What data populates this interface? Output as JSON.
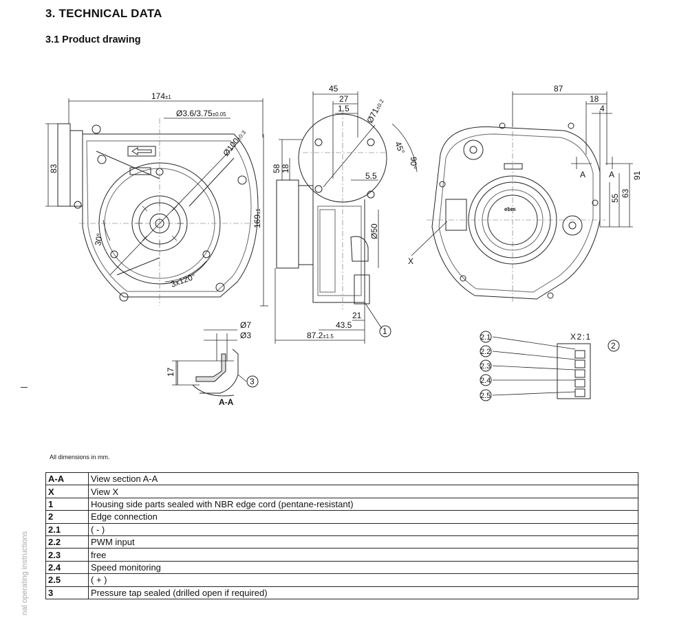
{
  "heading": "3. TECHNICAL DATA",
  "subheading": "3.1 Product drawing",
  "drawing": {
    "front_dims": {
      "width": "174",
      "width_tol": "±1",
      "hole": "Ø3.6/3.75",
      "hole_tol": "±0.05",
      "circle": "Ø100",
      "circle_tol": "±0.3",
      "height": "169",
      "height_tol": "±1",
      "left_height": "83",
      "angle": "30°",
      "pattern": "3x120°"
    },
    "side_dims": {
      "d45": "45",
      "d27": "27",
      "d15": "1.5",
      "d71": "Ø71",
      "d71_tol": "±0.2",
      "a45": "45°",
      "a90": "90°",
      "d58": "58",
      "d18": "18",
      "d55": "5.5",
      "d50": "Ø50",
      "d21": "21",
      "d435": "43.5",
      "d872": "87.2",
      "d872_tol": "±1.5"
    },
    "section": {
      "d7": "Ø7",
      "d3": "Ø3",
      "d17": "17",
      "label": "A-A"
    },
    "rear_dims": {
      "d87": "87",
      "d18": "18",
      "d4": "4",
      "d91": "91",
      "d63": "63",
      "d55": "55",
      "a_left": "A",
      "a_right": "A",
      "view": "X",
      "logo": "ebm"
    },
    "connector": {
      "title": "X2:1",
      "pins": [
        "2.1",
        "2.2",
        "2.3",
        "2.4",
        "2.5"
      ]
    },
    "callouts": [
      "1",
      "2",
      "3"
    ]
  },
  "note": "All dimensions in mm.",
  "legend": [
    {
      "key": "A-A",
      "text": "View section A-A"
    },
    {
      "key": "X",
      "text": "View X"
    },
    {
      "key": "1",
      "text": "Housing side parts sealed with NBR edge cord (pentane-resistant)"
    },
    {
      "key": "2",
      "text": "Edge connection"
    },
    {
      "key": "2.1",
      "text": "( - )"
    },
    {
      "key": "2.2",
      "text": "PWM input"
    },
    {
      "key": "2.3",
      "text": "free"
    },
    {
      "key": "2.4",
      "text": "Speed monitoring"
    },
    {
      "key": "2.5",
      "text": "( + )"
    },
    {
      "key": "3",
      "text": "Pressure tap sealed (drilled open if required)"
    }
  ],
  "side_text": "nal operating instructions"
}
